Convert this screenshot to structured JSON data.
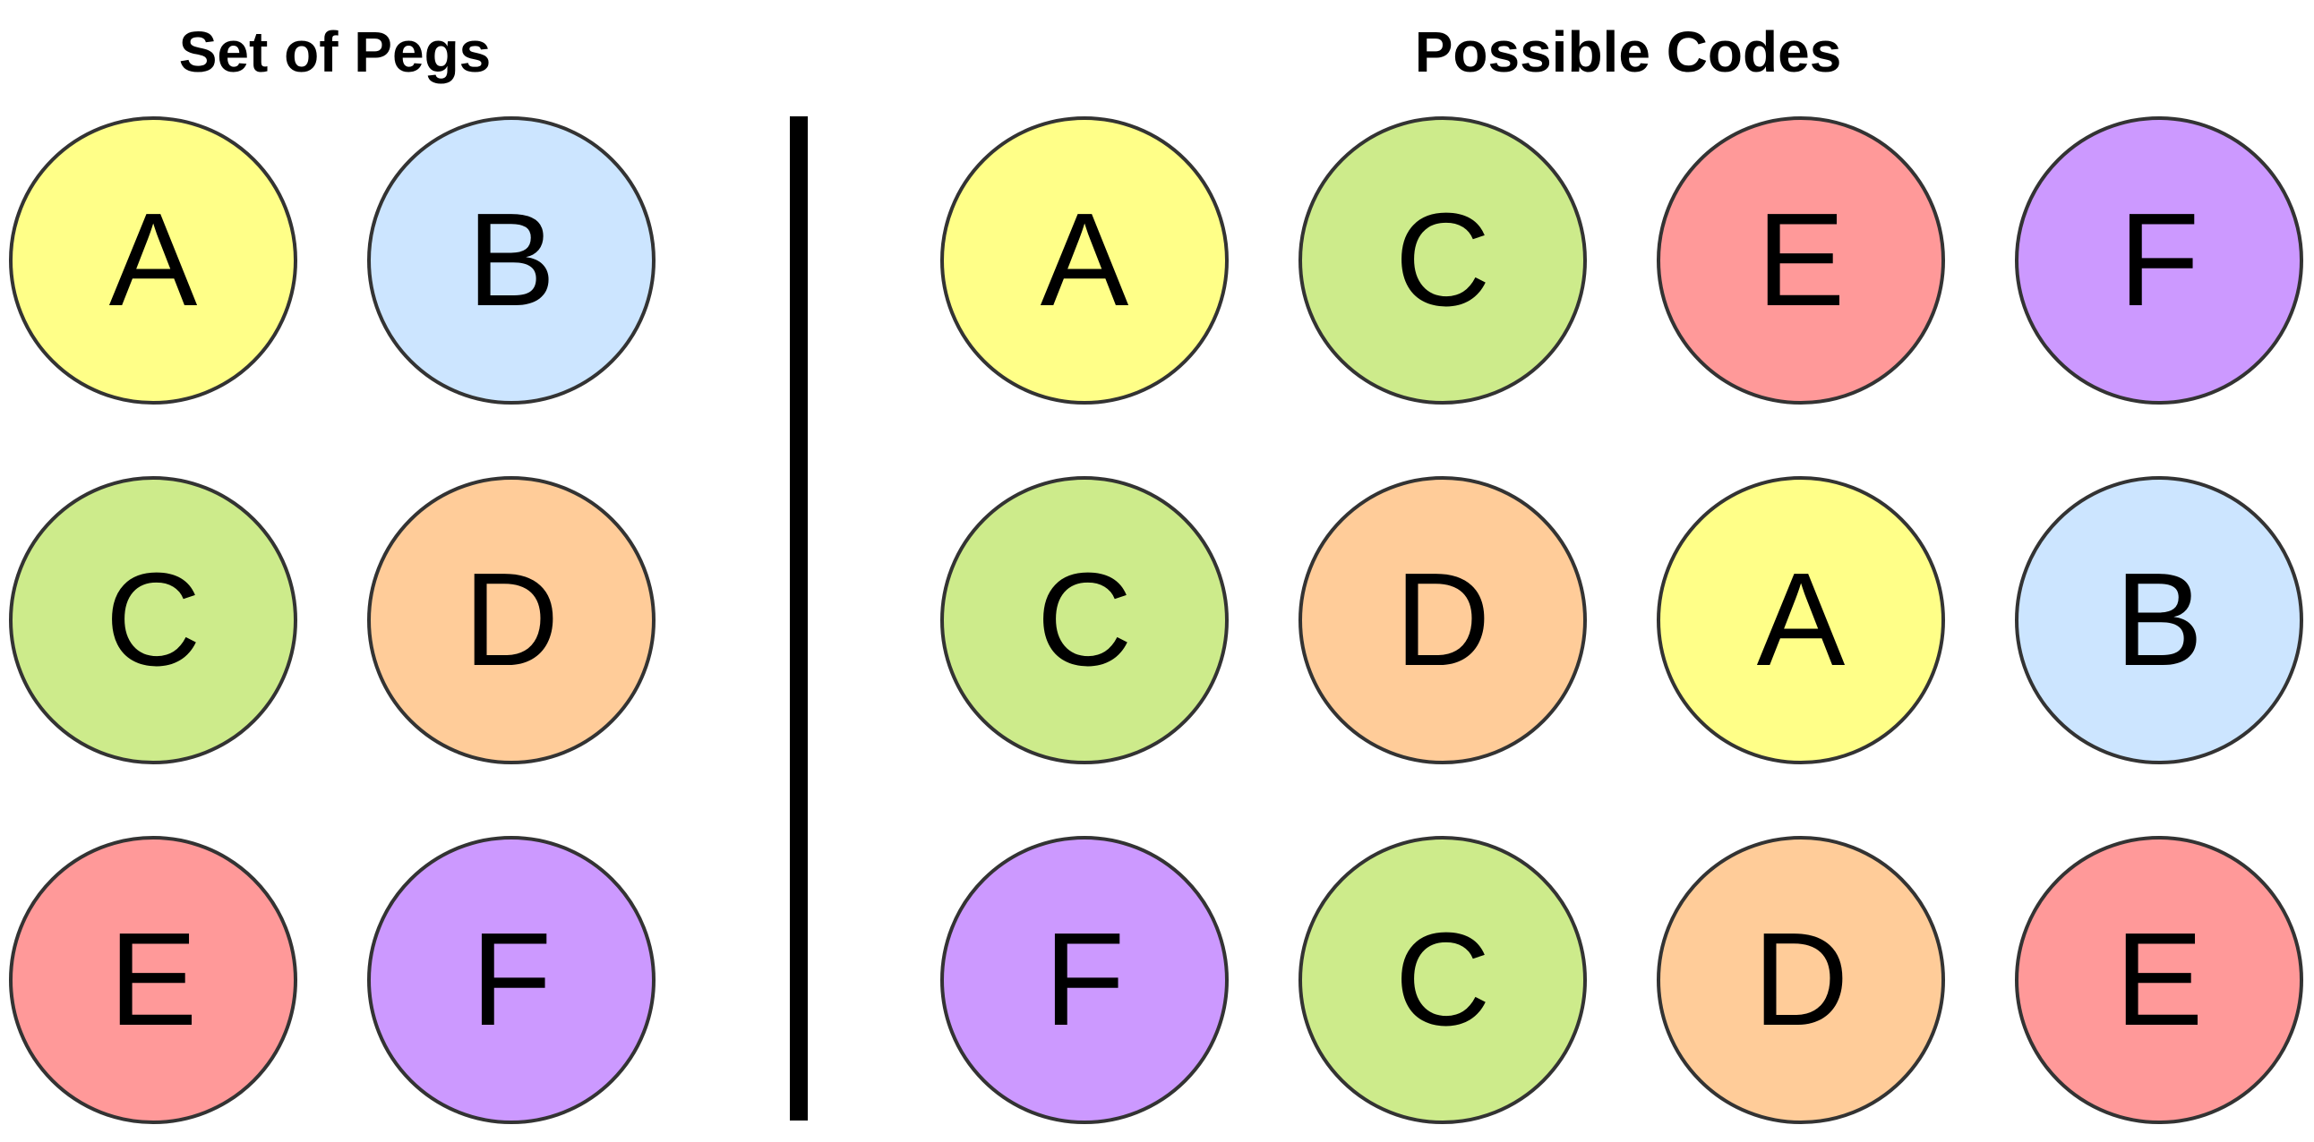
{
  "headings": {
    "pegs": "Set of Pegs",
    "codes": "Possible Codes"
  },
  "colors": {
    "A": "#ffff88",
    "B": "#cce5ff",
    "C": "#cdeb8b",
    "D": "#ffcc99",
    "E": "#ff9999",
    "F": "#cc99ff",
    "outline": "#333333",
    "divider": "#000000"
  },
  "pegs": [
    "A",
    "B",
    "C",
    "D",
    "E",
    "F"
  ],
  "codes": [
    [
      "A",
      "C",
      "E",
      "F"
    ],
    [
      "C",
      "D",
      "A",
      "B"
    ],
    [
      "F",
      "C",
      "D",
      "E"
    ]
  ]
}
